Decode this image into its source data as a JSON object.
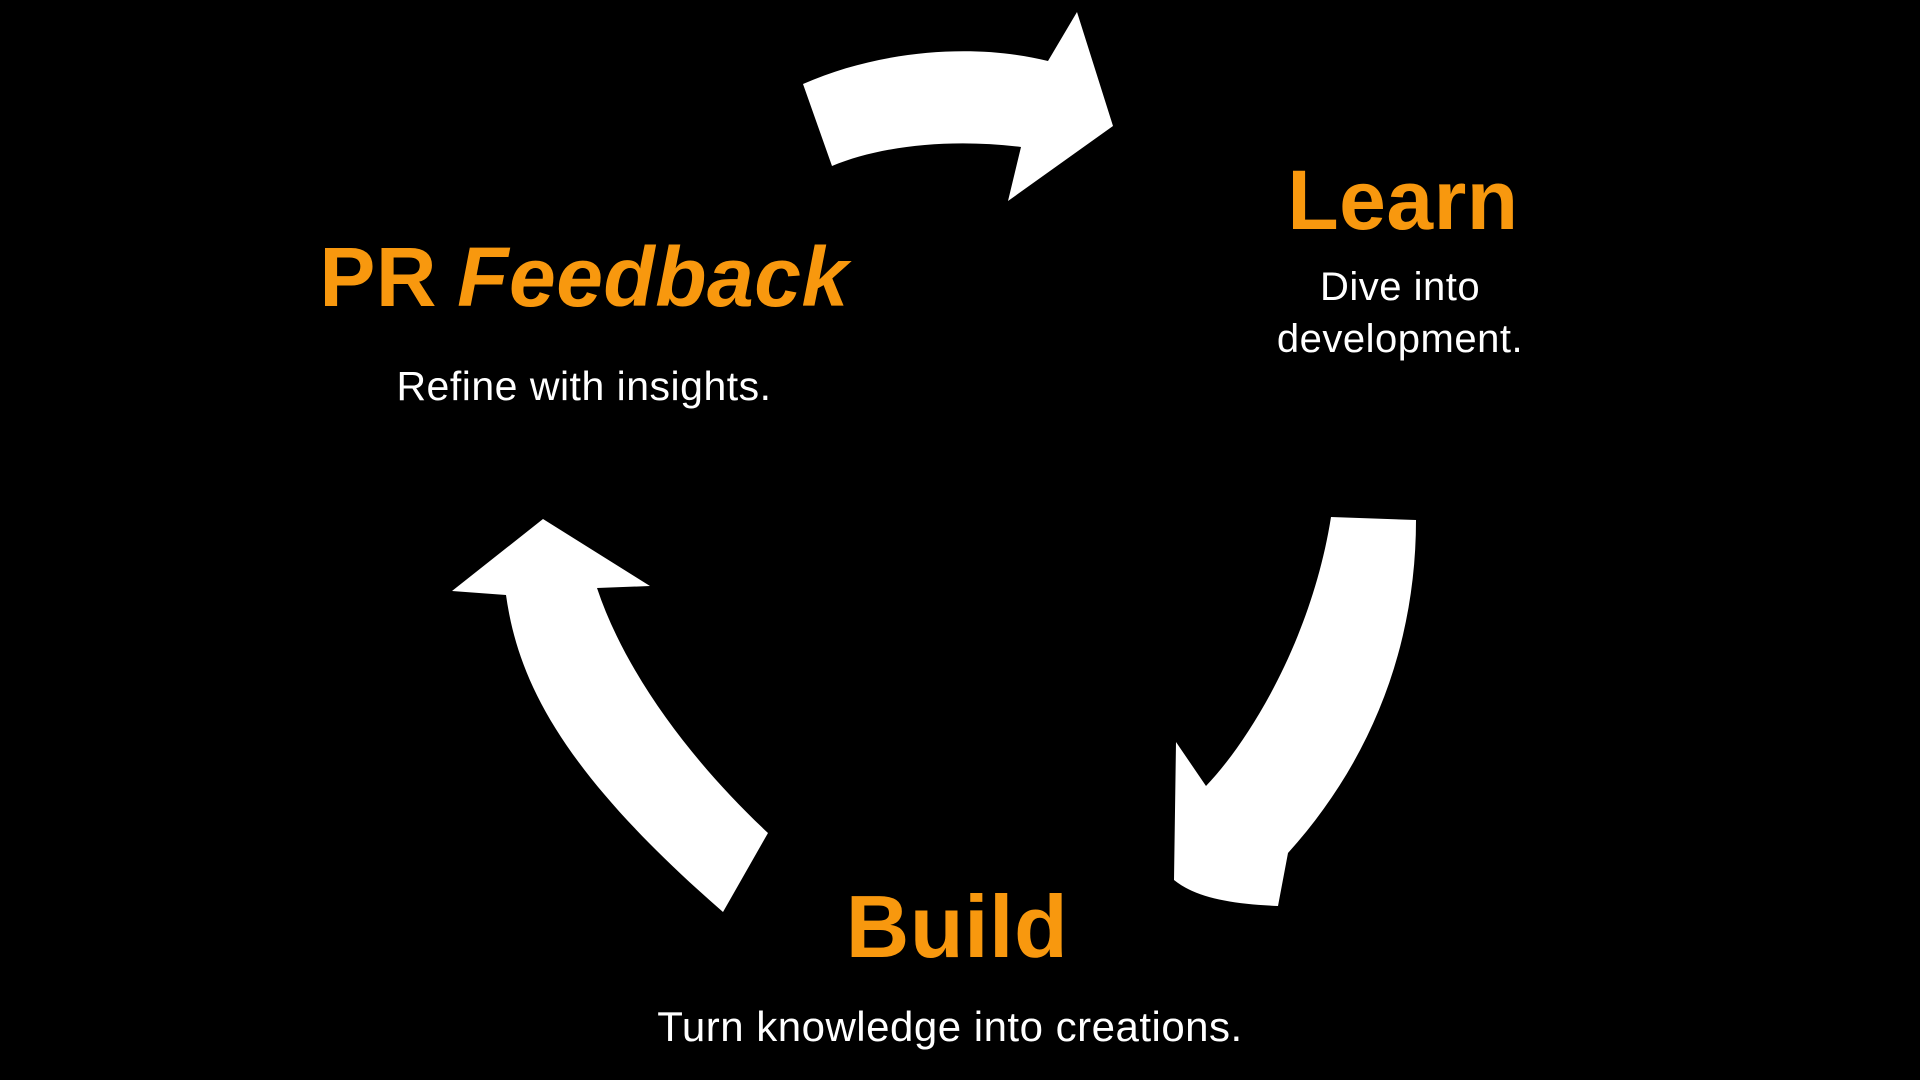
{
  "canvas": {
    "background": "#000000"
  },
  "colors": {
    "accent_orange": "#F8980E",
    "text_white": "#FFFFFF",
    "arrow_white": "#FFFFFF"
  },
  "steps": {
    "learn": {
      "title": "Learn",
      "subtitle_lines": [
        "Dive into",
        "development."
      ]
    },
    "build": {
      "title": "Build",
      "subtitle": "Turn knowledge into creations."
    },
    "pr_feedback": {
      "title_prefix": "PR",
      "title_emphasis": "Feedback",
      "subtitle": "Refine with insights."
    }
  },
  "icons": {
    "arrows": [
      "curved-arrow-pr-to-learn",
      "curved-arrow-learn-to-build",
      "curved-arrow-build-to-pr"
    ]
  }
}
